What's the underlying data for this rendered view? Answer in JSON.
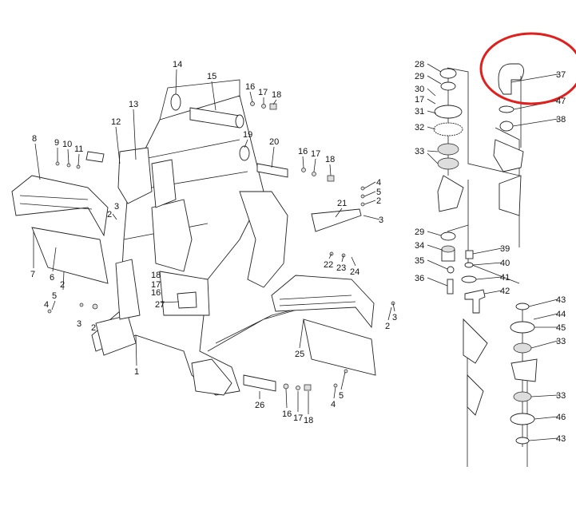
{
  "diagram": {
    "highlight_color": "#e0201c",
    "labels": {
      "l14": "14",
      "l15": "15",
      "l16a": "16",
      "l17a": "17",
      "l18a": "18",
      "l13": "13",
      "l12": "12",
      "l19": "19",
      "l20": "20",
      "l16b": "16",
      "l17b": "17",
      "l18b": "18",
      "l8": "8",
      "l9": "9",
      "l10": "10",
      "l11": "11",
      "l4a": "4",
      "l5a": "5",
      "l2a": "2",
      "l21": "21",
      "l3a": "3",
      "l2b": "2",
      "l3b": "3",
      "l7": "7",
      "l6": "6",
      "l2c": "2",
      "l5b": "5",
      "l4b": "4",
      "l3c": "3",
      "l2d": "2",
      "l22": "22",
      "l23": "23",
      "l24": "24",
      "l18c": "18",
      "l17c": "17",
      "l16c": "16",
      "l27": "27",
      "l1": "1",
      "l3d": "3",
      "l2e": "2",
      "l25": "25",
      "l5c": "5",
      "l4c": "4",
      "l26": "26",
      "l16d": "16",
      "l17d": "17",
      "l18d": "18",
      "l28": "28",
      "l29a": "29",
      "l30": "30",
      "l17e": "17",
      "l31": "31",
      "l32": "32",
      "l33a": "33",
      "l29b": "29",
      "l34": "34",
      "l35": "35",
      "l36": "36",
      "l39": "39",
      "l40": "40",
      "l41": "41",
      "l42": "42",
      "l37": "37",
      "l47": "47",
      "l38": "38",
      "l43a": "43",
      "l44": "44",
      "l45": "45",
      "l33b": "33",
      "l33c": "33",
      "l46": "46",
      "l43b": "43"
    }
  }
}
